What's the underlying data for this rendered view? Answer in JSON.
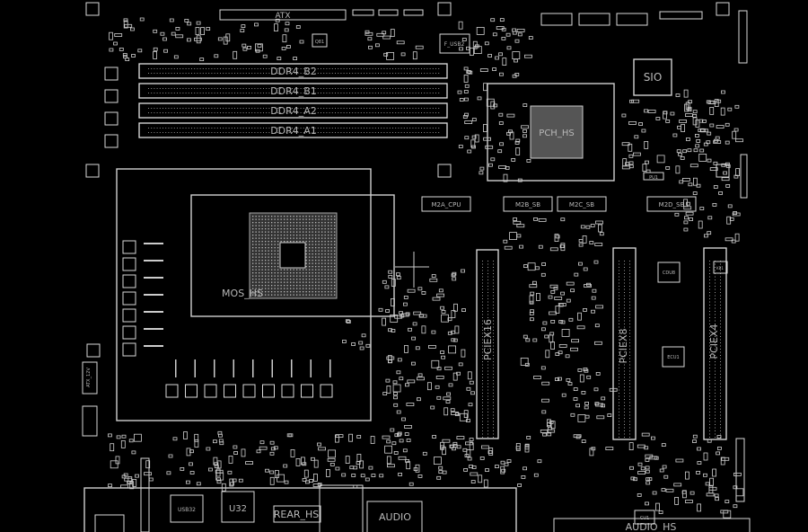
{
  "board": {
    "background": "#000000",
    "line_color": "#d8d8d8",
    "labels": {
      "atx": "ATX",
      "ddr4_b2": "DDR4_B2",
      "ddr4_b1": "DDR4_B1",
      "ddr4_a2": "DDR4_A2",
      "ddr4_a1": "DDR4_A1",
      "pch_hs": "PCH_HS",
      "sio": "SIO",
      "f_usb2": "F_USB2",
      "q81": "Q81",
      "m2a_cpu": "M2A_CPU",
      "m2b_sb": "M2B_SB",
      "m2c_sb": "M2C_SB",
      "m2d_sb": "M2D_SB",
      "mos_hs": "MOS_HS",
      "pciex16": "PCIEX16",
      "pciex8": "PCIEX8",
      "pciex4": "PCIEX4",
      "atx_12v": "ATX_12V",
      "usb32": "USB32",
      "u32": "U32",
      "rear_hs": "REAR_HS",
      "audio": "AUDIO",
      "audio_hs": "AUDIO_HS",
      "ecu1": "ECU1",
      "cdu8": "CDU8",
      "cu1": "CU1",
      "kb1": "KB1",
      "pu1": "PU1"
    }
  }
}
